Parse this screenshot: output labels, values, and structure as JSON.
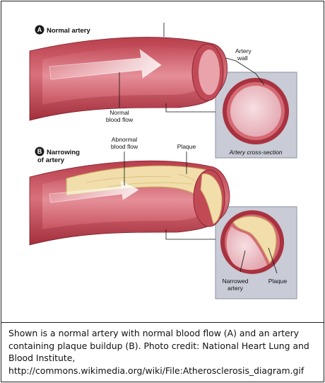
{
  "panel_a": {
    "letter": "A",
    "title": "Normal artery",
    "label_blood_flow_line1": "Normal",
    "label_blood_flow_line2": "blood flow",
    "label_wall_line1": "Artery",
    "label_wall_line2": "wall",
    "cross_section_title": "Artery cross-section"
  },
  "panel_b": {
    "letter": "B",
    "title_line1": "Narrowing",
    "title_line2": "of artery",
    "label_abnormal_line1": "Abnormal",
    "label_abnormal_line2": "blood flow",
    "label_plaque": "Plaque",
    "label_narrowed_line1": "Narrowed",
    "label_narrowed_line2": "artery",
    "label_plaque_cross": "Plaque"
  },
  "caption": "Shown is a normal artery with normal blood flow (A) and an artery containing plaque buildup (B). Photo credit: National Heart Lung and Blood Institute, http://commons.wikimedia.org/wiki/File:Atherosclerosis_diagram.gif",
  "colors": {
    "artery_dark": "#a8323f",
    "artery_mid": "#cf5a67",
    "artery_light": "#e9a3ab",
    "lumen": "#f5d7da",
    "plaque": "#f1deaa",
    "plaque_edge": "#c9a760",
    "panel_bg": "#c9cbd6"
  }
}
